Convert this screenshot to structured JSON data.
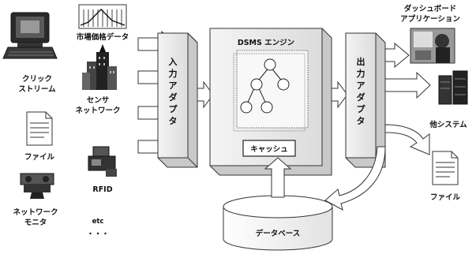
{
  "sources": {
    "click_stream": [
      "クリック",
      "ストリーム"
    ],
    "market_data": "市場価格データ",
    "sensor_network": [
      "センサ",
      "ネットワーク"
    ],
    "file": "ファイル",
    "network_monitor": [
      "ネットワーク",
      "モニタ"
    ],
    "rfid": "RFID",
    "etc": "etc",
    "ellipsis": "・・・"
  },
  "input_adapter": "入力アダプタ",
  "engine": {
    "title": "DSMS エンジン",
    "cache": "キャッシュ"
  },
  "output_adapter": "出力アダプタ",
  "database": "データベース",
  "outputs": {
    "dashboard": [
      "ダッシュボード",
      "アプリケーション"
    ],
    "other_systems": "他システム",
    "file": "ファイル"
  }
}
